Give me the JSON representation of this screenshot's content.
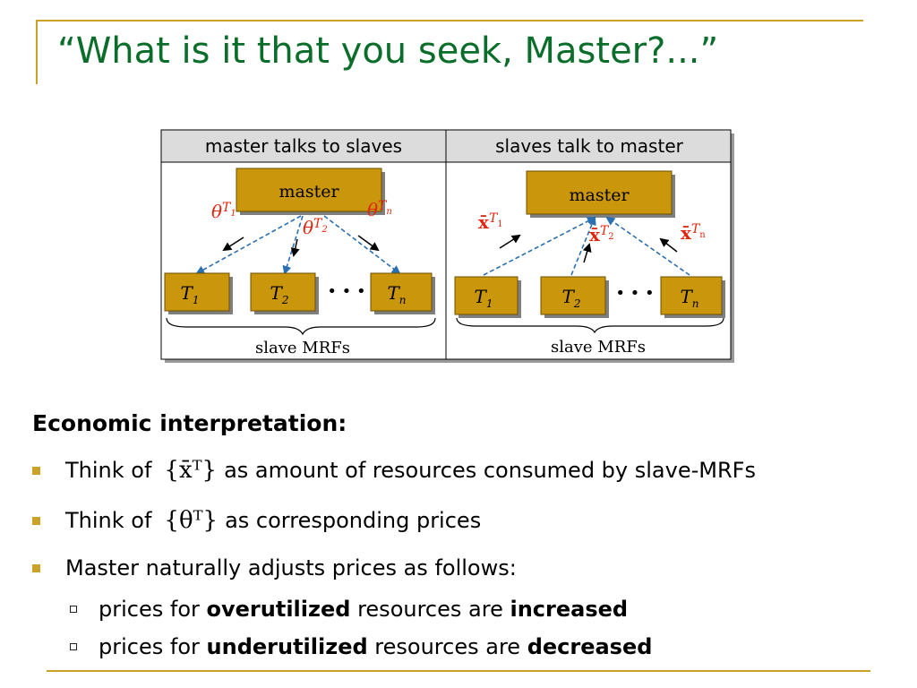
{
  "title": "“What is it that you seek, Master?...”",
  "figure": {
    "left_panel": {
      "header": "master talks to slaves",
      "master_label": "master",
      "slaves": [
        {
          "base": "T",
          "sub": "1"
        },
        {
          "base": "T",
          "sub": "2"
        },
        {
          "base": "T",
          "sub": "n"
        }
      ],
      "dots": "• • •",
      "edge_labels": [
        {
          "base": "θ",
          "sup": "T",
          "supsub": "1"
        },
        {
          "base": "θ",
          "sup": "T",
          "supsub": "2"
        },
        {
          "base": "θ",
          "sup": "T",
          "supsub": "n"
        }
      ],
      "caption": "slave MRFs"
    },
    "right_panel": {
      "header": "slaves talk to master",
      "master_label": "master",
      "slaves": [
        {
          "base": "T",
          "sub": "1"
        },
        {
          "base": "T",
          "sub": "2"
        },
        {
          "base": "T",
          "sub": "n"
        }
      ],
      "dots": "• • •",
      "edge_labels": [
        {
          "base": "x̄",
          "sup": "T",
          "supsub": "1"
        },
        {
          "base": "x̄",
          "sup": "T",
          "supsub": "2"
        },
        {
          "base": "x̄",
          "sup": "T",
          "supsub": "n"
        }
      ],
      "caption": "slave MRFs"
    },
    "colors": {
      "box_fill": "#c9960c",
      "edge_label": "#e0250f",
      "dashed_arrow": "#2a6fb0",
      "header_fill": "#dcdcdc"
    }
  },
  "section": {
    "heading": "Economic interpretation:",
    "bullets": [
      {
        "lead": "Think of",
        "math": "{x̄ᵀ}",
        "tail": "as amount of resources consumed by slave-MRFs"
      },
      {
        "lead": "Think of",
        "math": "{θᵀ}",
        "tail": "as corresponding prices"
      },
      {
        "text": "Master naturally adjusts prices as follows:"
      }
    ],
    "sub_bullets": [
      {
        "pre": "prices for",
        "em1": "overutilized",
        "mid": "resources are",
        "em2": "increased"
      },
      {
        "pre": "prices for",
        "em1": "underutilized",
        "mid": "resources are",
        "em2": "decreased"
      }
    ]
  }
}
